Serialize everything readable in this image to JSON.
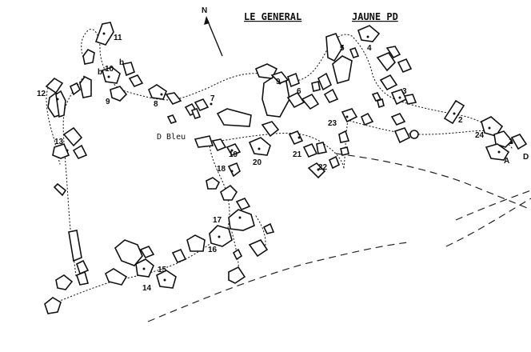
{
  "map": {
    "title_left": "LE GENERAL",
    "title_right": "JAUNE PD",
    "north": "N",
    "start_label": "D Bleu",
    "start_letter_d": "D",
    "start_letter_a": "A",
    "problems": [
      "1",
      "2",
      "3",
      "4",
      "5",
      "6",
      "7",
      "8",
      "9",
      "10",
      "11",
      "12",
      "13",
      "14",
      "15",
      "16",
      "17",
      "18",
      "19",
      "20",
      "21",
      "22",
      "23",
      "24"
    ],
    "variant_b": "b"
  }
}
